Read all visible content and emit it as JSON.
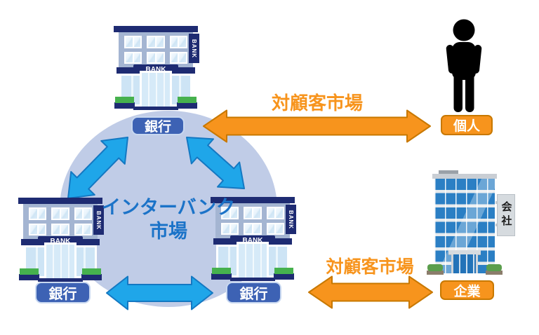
{
  "colors": {
    "circle_fill": "#C0CCE7",
    "interbank_text": "#1B73C8",
    "blue_arrow_fill": "#1FA6E9",
    "blue_arrow_stroke": "#1478C2",
    "orange_fill": "#F7941D",
    "orange_stroke": "#C87800",
    "navy": "#1E2B72",
    "bank_facade": "#A4B5D2",
    "bank_label_fill": "#3D62B4",
    "bank_label_border": "#C8D8F0",
    "company_blue": "#2B7FC4",
    "hedge_green": "#46B14E"
  },
  "interbank": {
    "market_line1": "インターバンク",
    "market_line2": "市場"
  },
  "customer_markets": {
    "top": "対顧客市場",
    "bottom": "対顧客市場"
  },
  "banks": [
    {
      "label": "銀行",
      "sign": "BANK",
      "side_sign": "BANK"
    },
    {
      "label": "銀行",
      "sign": "BANK",
      "side_sign": "BANK"
    },
    {
      "label": "銀行",
      "sign": "BANK",
      "side_sign": "BANK"
    }
  ],
  "individual": {
    "label": "個人"
  },
  "company": {
    "label": "企業",
    "building_sign": "会社"
  }
}
